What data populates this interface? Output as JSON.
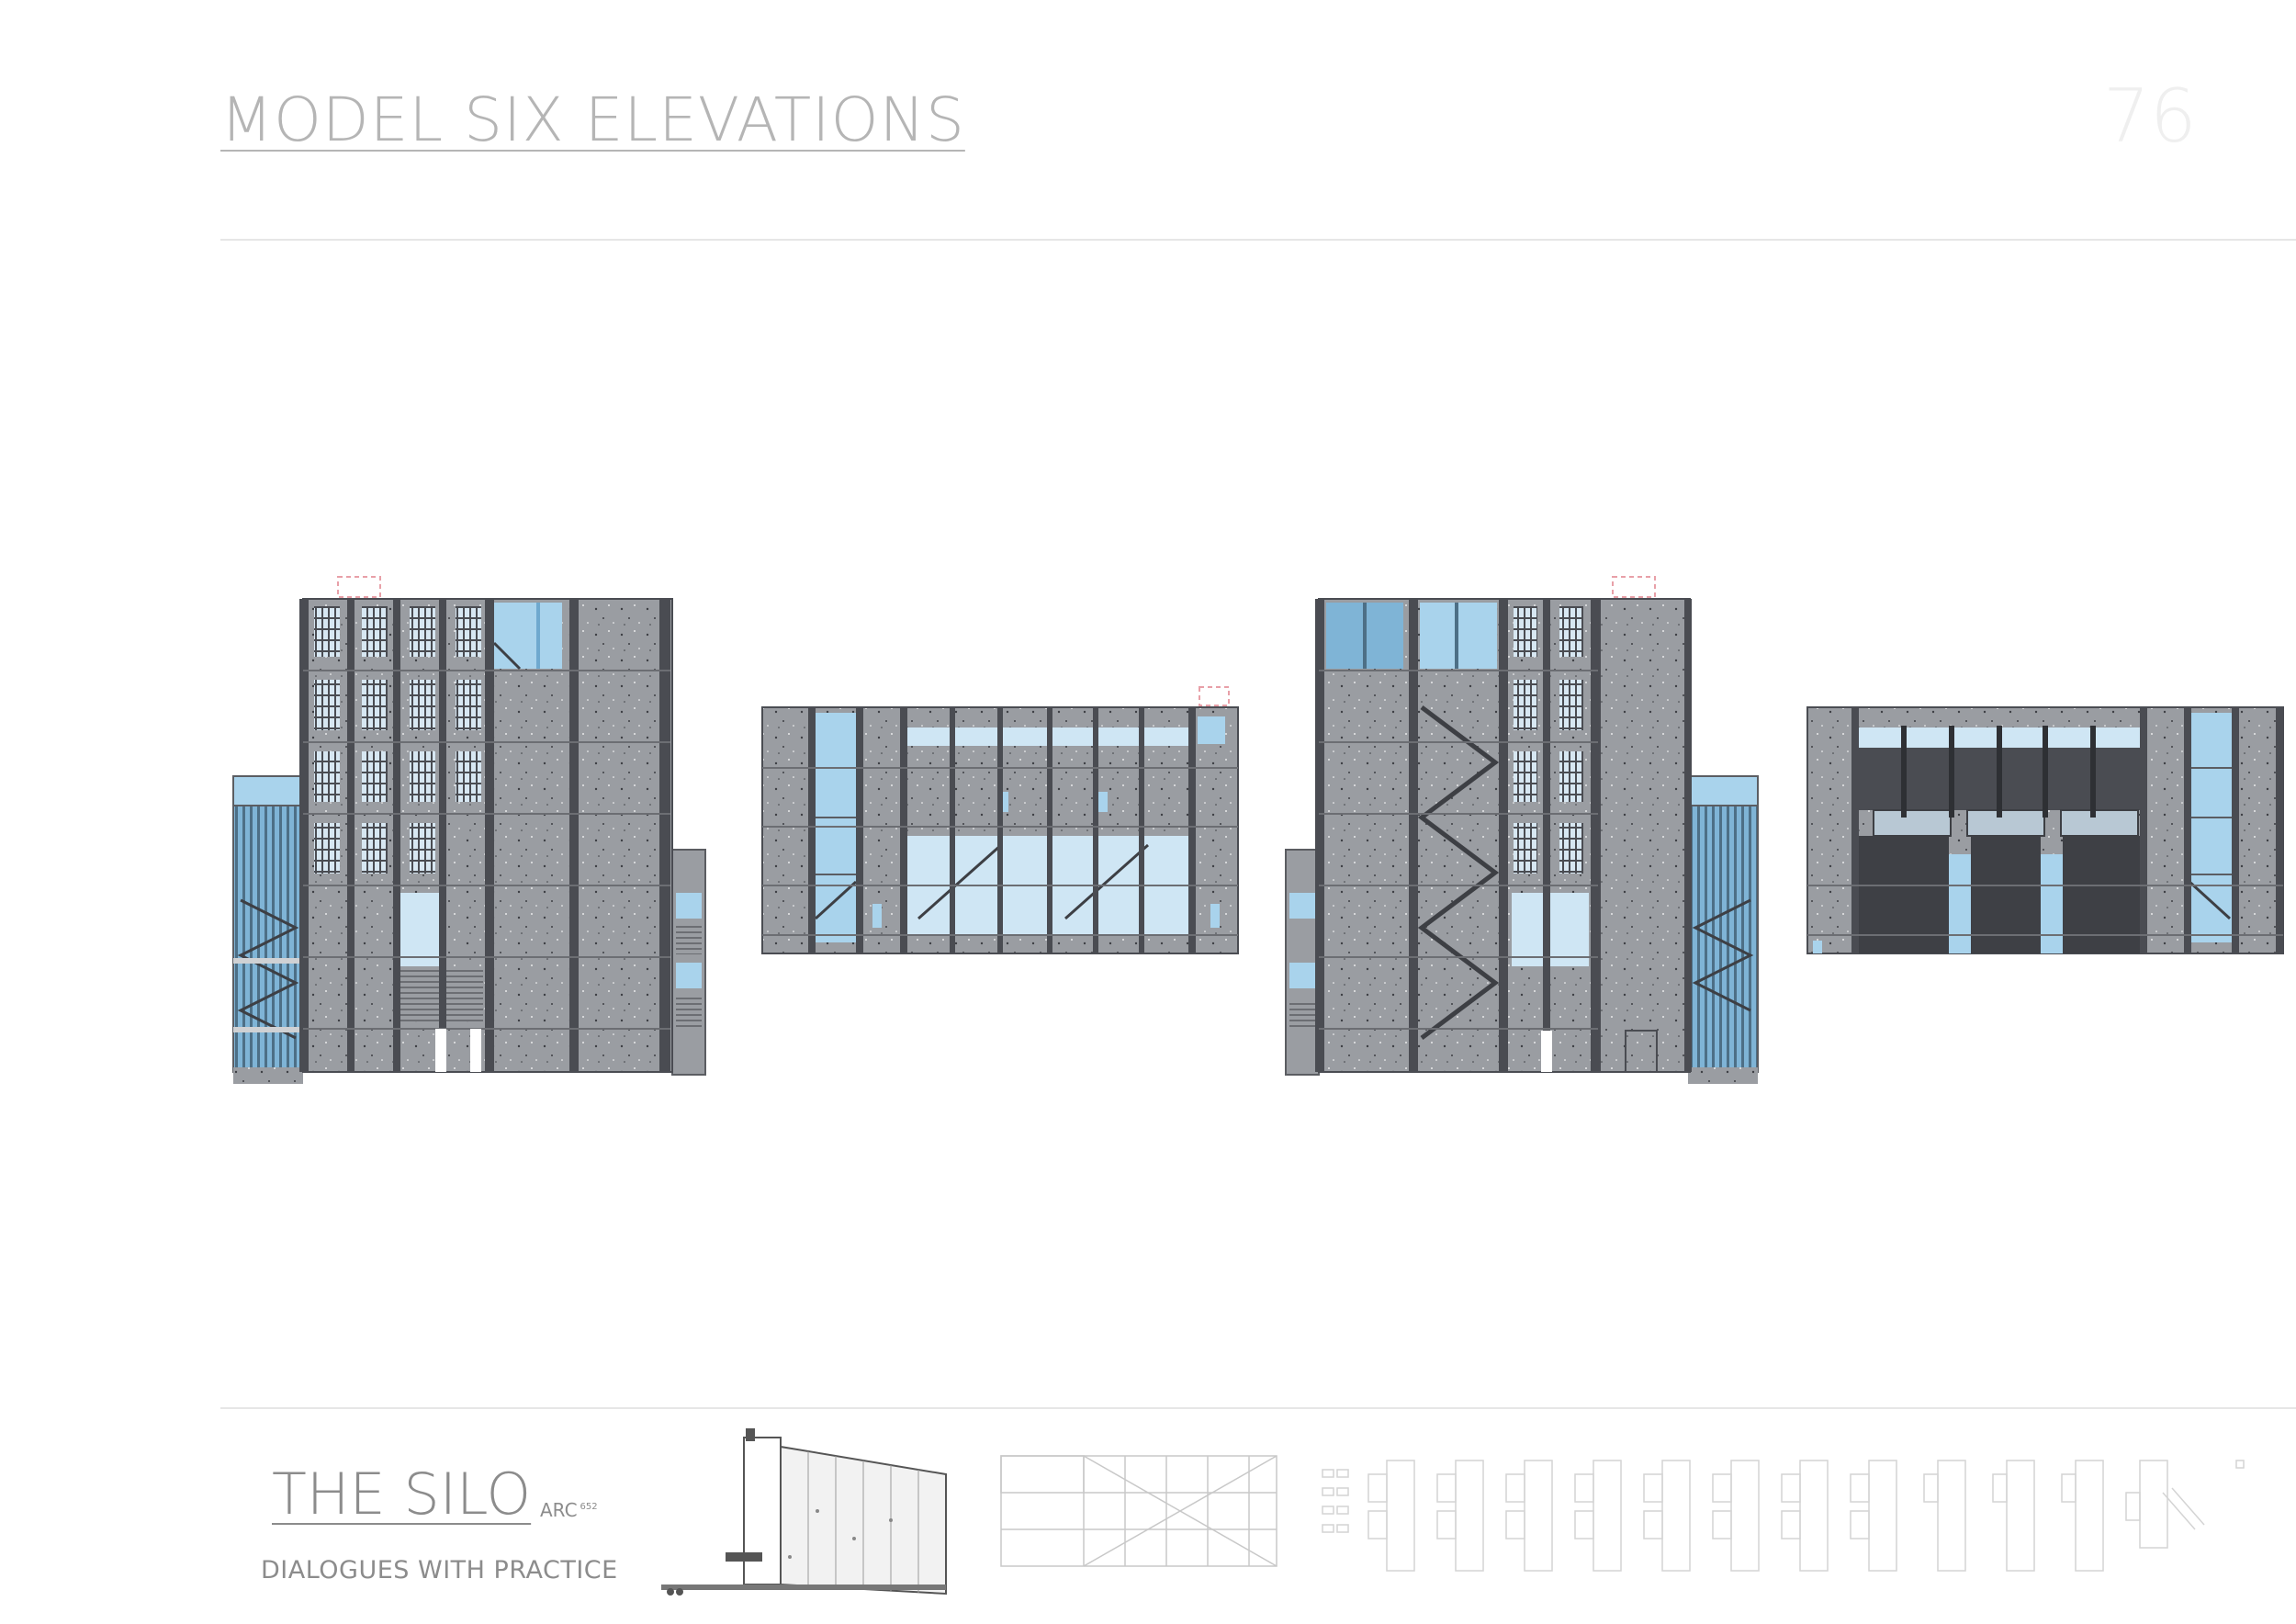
{
  "header": {
    "title": "MODEL SIX ELEVATIONS",
    "page_number": "76"
  },
  "footer": {
    "brand_title": "THE SILO",
    "course_code": "ARC",
    "course_number": "652",
    "subtitle": "DIALOGUES WITH PRACTICE"
  },
  "colors": {
    "concrete": "#9a9da2",
    "concrete_light": "#b4b6ba",
    "column_dark": "#4a4c52",
    "glass": "#a9d3ec",
    "glass_dark": "#6fa9cf",
    "shadow": "#5b5d62",
    "text_grey": "#8c8c8c",
    "title_grey": "#b5b5b5"
  },
  "elevations": [
    {
      "name": "elevation-1"
    },
    {
      "name": "elevation-2"
    },
    {
      "name": "elevation-3"
    },
    {
      "name": "elevation-4"
    }
  ]
}
